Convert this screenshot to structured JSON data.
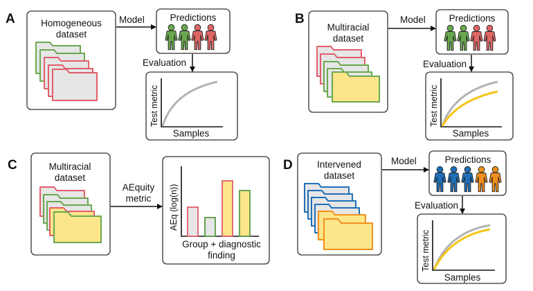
{
  "panels": {
    "A": {
      "letter": "A",
      "dataset_line1": "Homogeneous",
      "dataset_line2": "dataset",
      "model_label": "Model",
      "predictions_label": "Predictions",
      "evaluation_label": "Evaluation",
      "y_axis": "Test metric",
      "x_axis": "Samples"
    },
    "B": {
      "letter": "B",
      "dataset_line1": "Multiracial",
      "dataset_line2": "dataset",
      "model_label": "Model",
      "predictions_label": "Predictions",
      "evaluation_label": "Evaluation",
      "y_axis": "Test metric",
      "x_axis": "Samples"
    },
    "C": {
      "letter": "C",
      "dataset_line1": "Multiracial",
      "dataset_line2": "dataset",
      "metric_line1": "AEquity",
      "metric_line2": "metric",
      "y_axis": "AEq (log(n))",
      "x_line1": "Group + diagnostic",
      "x_line2": "finding"
    },
    "D": {
      "letter": "D",
      "dataset_line1": "Intervened",
      "dataset_line2": "dataset",
      "model_label": "Model",
      "predictions_label": "Predictions",
      "evaluation_label": "Evaluation",
      "y_axis": "Test metric",
      "x_axis": "Samples"
    }
  },
  "colors": {
    "green": "#6aa84f",
    "green_stroke": "#5b9a45",
    "red": "#e06666",
    "red_stroke": "#e35d6a",
    "blue": "#1f6fb8",
    "orange": "#f0901e",
    "yellow_fill": "#fde58a",
    "yellow_line": "#f5c518",
    "gray_fill": "#e6e6e6",
    "gray_line": "#b3b3b3"
  },
  "chart_data": {
    "type": "bar",
    "categories": [
      "",
      "",
      "",
      ""
    ],
    "values": [
      0.42,
      0.27,
      0.8,
      0.66
    ],
    "ylabel": "AEq (log(n))",
    "xlabel": "Group + diagnostic finding",
    "ylim": [
      0,
      1
    ]
  }
}
